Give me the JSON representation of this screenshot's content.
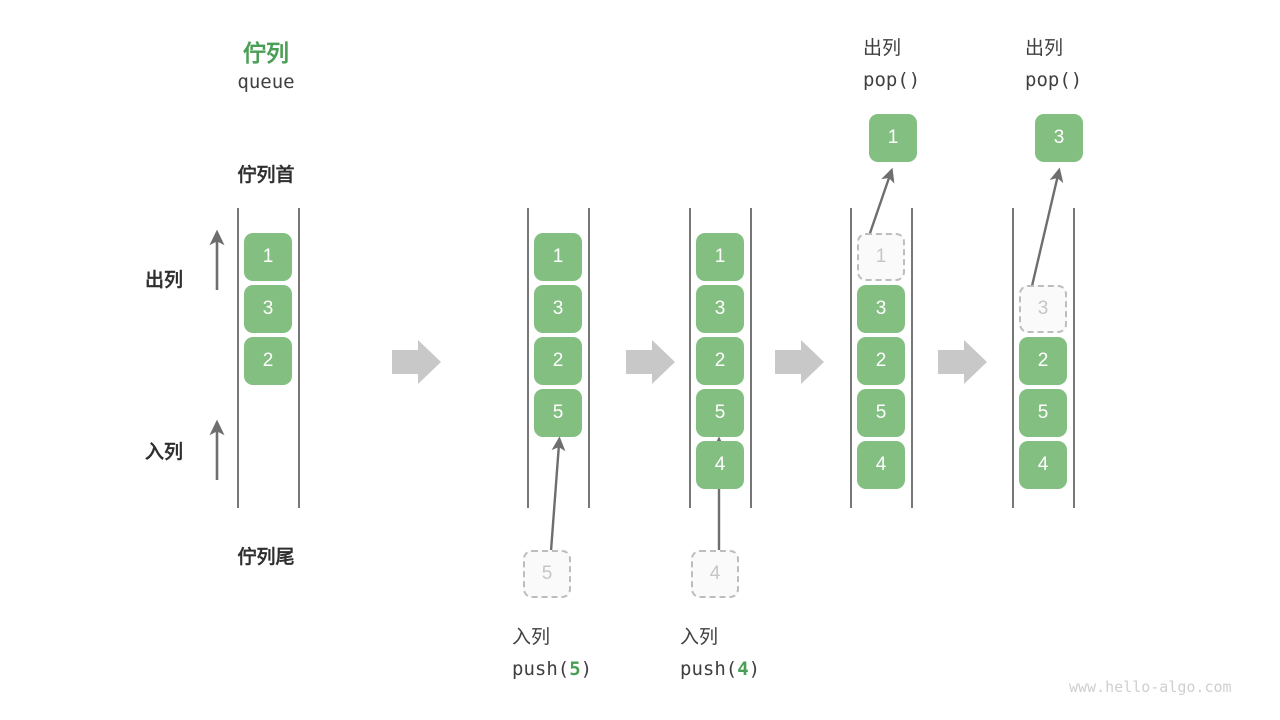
{
  "diagram": {
    "title_cn": "佇列",
    "title_en": "queue",
    "head_label": "佇列首",
    "tail_label": "佇列尾",
    "dequeue_label": "出列",
    "enqueue_label": "入列",
    "watermark": "www.hello-algo.com",
    "colors": {
      "accent_green": "#84bf82",
      "title_green": "#4a9e55",
      "ghost_gray": "#c6c6c6",
      "rail_gray": "#555555",
      "arrow_gray": "#c8c8c8",
      "text_dark": "#3f3f3f"
    }
  },
  "steps": [
    {
      "id": "initial",
      "caption_cn": "",
      "caption_code": "",
      "cells": [
        {
          "value": "1",
          "ghost": false
        },
        {
          "value": "3",
          "ghost": false
        },
        {
          "value": "2",
          "ghost": false
        }
      ]
    },
    {
      "id": "push-5",
      "caption_cn": "入列",
      "caption_code_prefix": "push(",
      "caption_code_arg": "5",
      "caption_code_suffix": ")",
      "incoming_value": "5",
      "cells": [
        {
          "value": "1",
          "ghost": false
        },
        {
          "value": "3",
          "ghost": false
        },
        {
          "value": "2",
          "ghost": false
        },
        {
          "value": "5",
          "ghost": false
        }
      ]
    },
    {
      "id": "push-4",
      "caption_cn": "入列",
      "caption_code_prefix": "push(",
      "caption_code_arg": "4",
      "caption_code_suffix": ")",
      "incoming_value": "4",
      "cells": [
        {
          "value": "1",
          "ghost": false
        },
        {
          "value": "3",
          "ghost": false
        },
        {
          "value": "2",
          "ghost": false
        },
        {
          "value": "5",
          "ghost": false
        },
        {
          "value": "4",
          "ghost": false
        }
      ]
    },
    {
      "id": "pop-1",
      "caption_cn": "出列",
      "caption_code_prefix": "pop(",
      "caption_code_arg": "",
      "caption_code_suffix": ")",
      "outgoing_value": "1",
      "cells": [
        {
          "value": "1",
          "ghost": true
        },
        {
          "value": "3",
          "ghost": false
        },
        {
          "value": "2",
          "ghost": false
        },
        {
          "value": "5",
          "ghost": false
        },
        {
          "value": "4",
          "ghost": false
        }
      ]
    },
    {
      "id": "pop-3",
      "caption_cn": "出列",
      "caption_code_prefix": "pop(",
      "caption_code_arg": "",
      "caption_code_suffix": ")",
      "outgoing_value": "3",
      "cells": [
        {
          "value": "",
          "ghost": null
        },
        {
          "value": "3",
          "ghost": true
        },
        {
          "value": "2",
          "ghost": false
        },
        {
          "value": "5",
          "ghost": false
        },
        {
          "value": "4",
          "ghost": false
        }
      ]
    }
  ]
}
